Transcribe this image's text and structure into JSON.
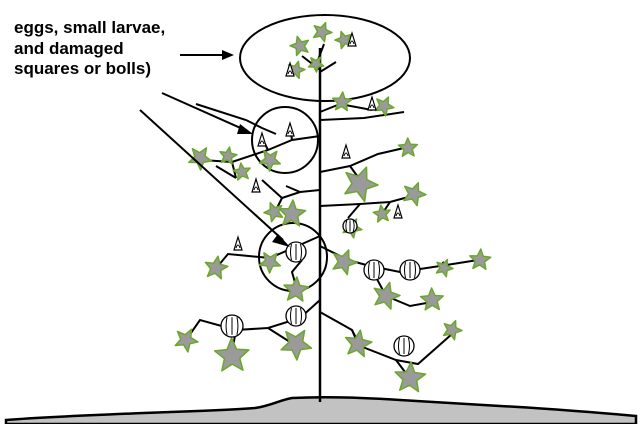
{
  "caption": {
    "lines": [
      "eggs, small larvae,",
      "and damaged",
      "squares or bolls)"
    ]
  },
  "colors": {
    "leaf_fill": "#9a9a9a",
    "leaf_stroke": "#6aa82a",
    "soil_fill": "#c2c2c2",
    "line": "#000000"
  },
  "icons": {
    "leaf": "star-leaf-icon",
    "square": "flower-bud-icon",
    "boll": "cotton-boll-icon",
    "arrow": "arrow-icon"
  }
}
